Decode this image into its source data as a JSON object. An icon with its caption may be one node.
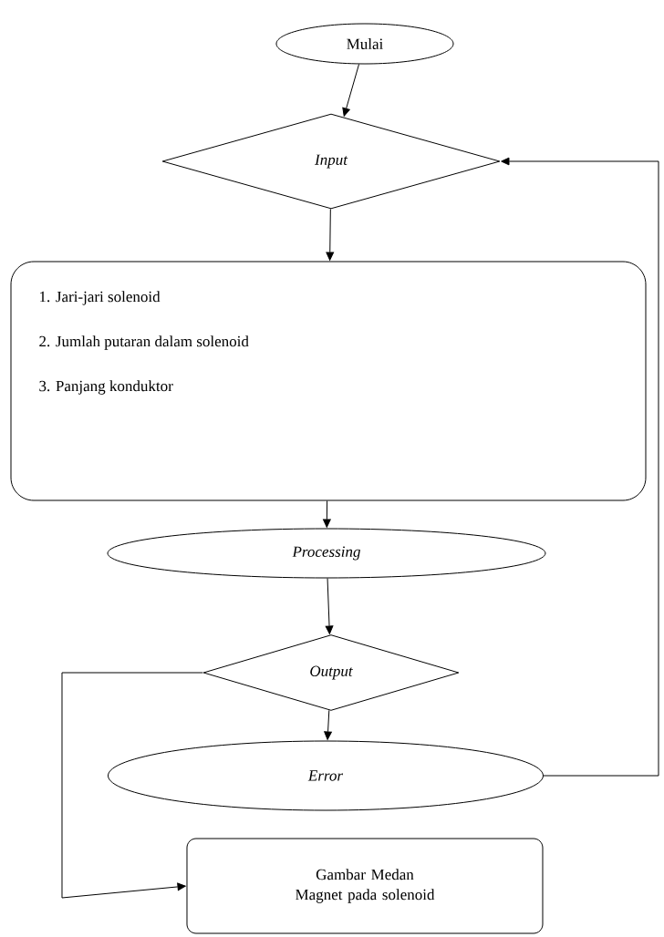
{
  "diagram": {
    "nodes": [
      {
        "text": [
          "Mulai"
        ]
      },
      {
        "text": [
          "Input"
        ]
      },
      {
        "text": [
          "1. Jari-jari solenoid",
          "2. Jumlah putaran dalam solenoid",
          "3. Panjang konduktor"
        ]
      },
      {
        "text": [
          "Processing"
        ]
      },
      {
        "text": [
          "Output"
        ]
      },
      {
        "text": [
          "Error"
        ]
      },
      {
        "text": [
          "Gambar Medan Magnet pada solenoid"
        ]
      }
    ],
    "edges": [
      {
        "from": 0,
        "to": 1,
        "arrow": "to"
      },
      {
        "from": 1,
        "to": 2,
        "arrow": "to"
      },
      {
        "from": 2,
        "to": 3,
        "arrow": "to"
      },
      {
        "from": 3,
        "to": 4,
        "arrow": "to"
      },
      {
        "from": 4,
        "to": 5,
        "arrow": "to"
      },
      {
        "from": 5,
        "to": 1,
        "arrow": "to"
      },
      {
        "from": 4,
        "to": 6,
        "arrow": "to"
      }
    ]
  }
}
